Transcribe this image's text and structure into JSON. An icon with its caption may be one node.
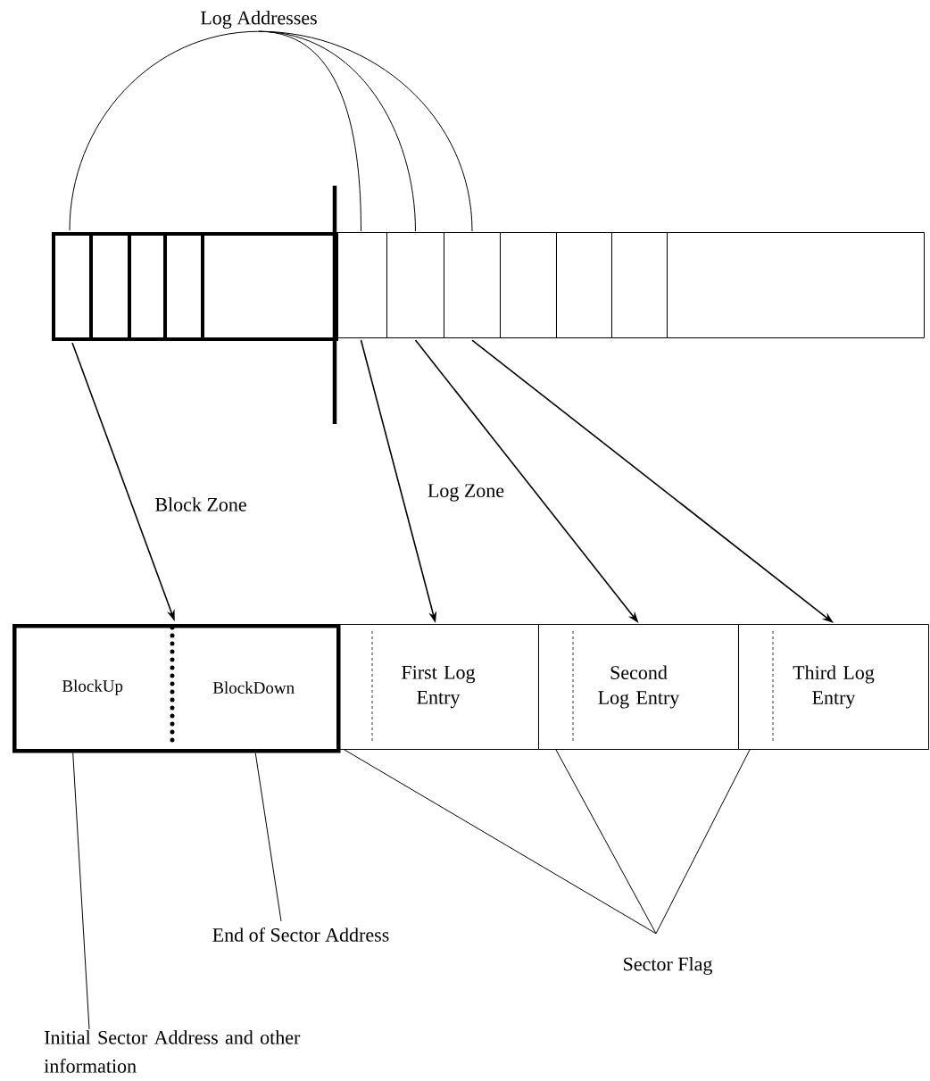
{
  "diagram": {
    "nodes": [
      {
        "text": [
          "Log Addresses"
        ]
      },
      {
        "text": [],
        "shape": "box"
      },
      {
        "text": [],
        "shape": "box"
      },
      {
        "text": [],
        "shape": "box"
      },
      {
        "text": [],
        "shape": "box"
      },
      {
        "text": [],
        "shape": "box"
      },
      {
        "text": [],
        "shape": "box"
      },
      {
        "text": [],
        "shape": "box"
      },
      {
        "text": [],
        "shape": "box"
      },
      {
        "text": [],
        "shape": "box"
      },
      {
        "text": [],
        "shape": "box"
      },
      {
        "text": [],
        "shape": "box"
      },
      {
        "text": [],
        "shape": "box"
      },
      {
        "text": [],
        "shape": "box"
      },
      {
        "text": [
          "BlockUp"
        ],
        "in": 13
      },
      {
        "text": [
          "BlockDown"
        ],
        "in": 13
      },
      {
        "text": [
          "First Log Entry"
        ]
      },
      {
        "text": [
          "Second Log Entry"
        ]
      },
      {
        "text": [
          "Third Log Entry"
        ]
      },
      {
        "text": [
          "End of Sector Address"
        ]
      },
      {
        "text": [
          "Sector Flag"
        ]
      },
      {
        "text": [
          "Initial Sector Address and other information"
        ]
      }
    ],
    "edges": [
      {
        "from": 0,
        "to": 1,
        "arrow": "none"
      },
      {
        "from": 0,
        "to": 6,
        "arrow": "none"
      },
      {
        "from": 0,
        "to": 7,
        "arrow": "none"
      },
      {
        "from": 0,
        "to": 8,
        "arrow": "none"
      },
      {
        "from": 1,
        "to": 13,
        "arrow": "to"
      },
      {
        "from": 6,
        "to": 16,
        "arrow": "to"
      },
      {
        "from": 7,
        "to": 17,
        "arrow": "to"
      },
      {
        "from": 8,
        "to": 18,
        "arrow": "to"
      },
      {
        "from": 21,
        "to": 14,
        "arrow": "none"
      },
      {
        "from": 19,
        "to": 15,
        "arrow": "none"
      },
      {
        "from": 20,
        "to": 16,
        "arrow": "none"
      },
      {
        "from": 20,
        "to": 17,
        "arrow": "none"
      },
      {
        "from": 20,
        "to": 18,
        "arrow": "none"
      }
    ],
    "labels": [
      "Block Zone",
      "Log Zone"
    ]
  }
}
